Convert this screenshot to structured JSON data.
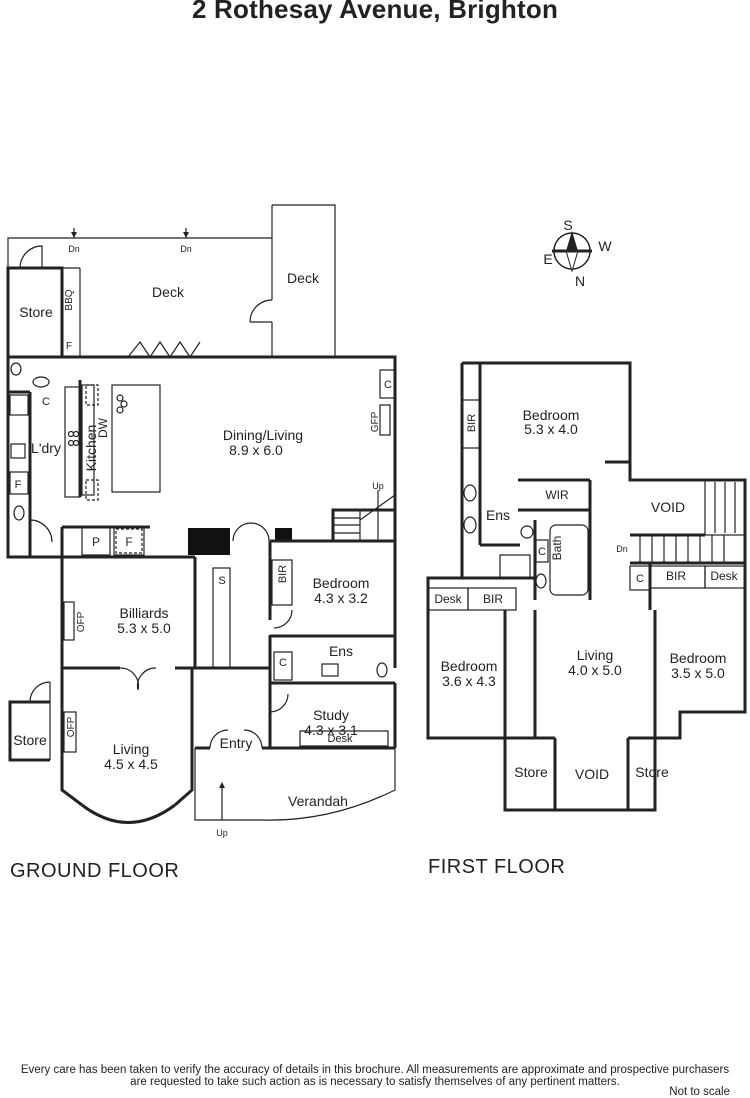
{
  "title": "2 Rothesay Avenue, Brighton",
  "ground_floor": {
    "label": "GROUND FLOOR",
    "rooms": {
      "store1": "Store",
      "bbq": "BBQ",
      "deck1": "Deck",
      "deck2": "Deck",
      "fridge1": "F",
      "c1": "C",
      "laundry": "L'dry",
      "fridge2": "F",
      "kitchen": "Kitchen",
      "dw": "DW",
      "pantry": "P",
      "fridge3": "F",
      "dining_name": "Dining/Living",
      "dining_size": "8.9 x 6.0",
      "c2": "C",
      "gfp": "GFP",
      "up1": "Up",
      "dn1": "Dn",
      "dn2": "Dn",
      "billiards_name": "Billiards",
      "billiards_size": "5.3 x 5.0",
      "ofp1": "OFP",
      "s": "S",
      "bir1": "BIR",
      "bed1_name": "Bedroom",
      "bed1_size": "4.3 x 3.2",
      "c3": "C",
      "ens1": "Ens",
      "study_name": "Study",
      "study_size": "4.3 x 3.1",
      "desk1": "Desk",
      "store2": "Store",
      "ofp2": "OFP",
      "living_name": "Living",
      "living_size": "4.5 x 4.5",
      "entry": "Entry",
      "verandah": "Verandah",
      "up2": "Up"
    }
  },
  "first_floor": {
    "label": "FIRST FLOOR",
    "rooms": {
      "bed_a_name": "Bedroom",
      "bed_a_size": "5.3 x 4.0",
      "bir_a": "BIR",
      "ens": "Ens",
      "wir": "WIR",
      "c_a": "C",
      "bath": "Bath",
      "void1": "VOID",
      "dn": "Dn",
      "c_b": "C",
      "bir_b": "BIR",
      "desk_b": "Desk",
      "desk_c": "Desk",
      "bir_c": "BIR",
      "bed_c_name": "Bedroom",
      "bed_c_size": "3.6 x 4.3",
      "living_name": "Living",
      "living_size": "4.0 x 5.0",
      "bed_b_name": "Bedroom",
      "bed_b_size": "3.5 x 5.0",
      "store1": "Store",
      "void2": "VOID",
      "store2": "Store"
    }
  },
  "compass": {
    "s": "S",
    "w": "W",
    "e": "E",
    "n": "N"
  },
  "disclaimer_line1": "Every care has been taken to verify the accuracy of details in this brochure.  All measurements are approximate and prospective purchasers",
  "disclaimer_line2": "are requested to take such action as is necessary to satisfy themselves of any pertinent matters.",
  "not_to_scale": "Not to scale"
}
